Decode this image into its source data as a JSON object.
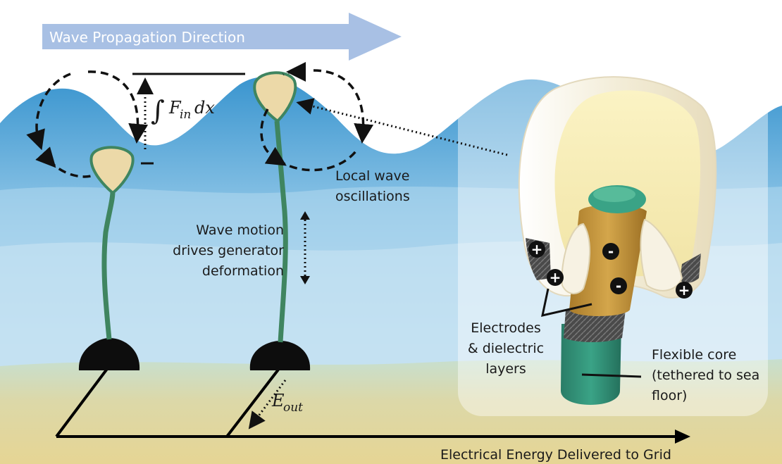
{
  "banner": {
    "text": "Wave Propagation Direction"
  },
  "equations": {
    "input_integral_symbol": "∫",
    "input_F": "F",
    "input_sub": "in",
    "input_dx": "dx",
    "output_E": "E",
    "output_sub": "out"
  },
  "labels": {
    "local_wave_line1": "Local wave",
    "local_wave_line2": "oscillations",
    "wave_motion_line1": "Wave motion",
    "wave_motion_line2": "drives generator",
    "wave_motion_line3": "deformation",
    "electrodes_line1": "Electrodes",
    "electrodes_line2": "& dielectric",
    "electrodes_line3": "layers",
    "core_line1": "Flexible core",
    "core_line2": "(tethered to sea",
    "core_line3": "floor)",
    "grid": "Electrical Energy Delivered to Grid"
  },
  "charges": {
    "plus": "+",
    "minus": "-"
  },
  "colors": {
    "sky": "#ffffff",
    "sea_top": "#3a95cf",
    "sea_bottom": "#cfe7f3",
    "seabed": "#e2d49c",
    "float_fill": "#ecd9a8",
    "float_stroke": "#3f8560",
    "stalk": "#3f8560",
    "anchor": "#0d0d0d",
    "banner": "#9fb7dc",
    "core": "#2f8f77",
    "shell": "#f5f1e4",
    "tube": "#c9983d"
  }
}
